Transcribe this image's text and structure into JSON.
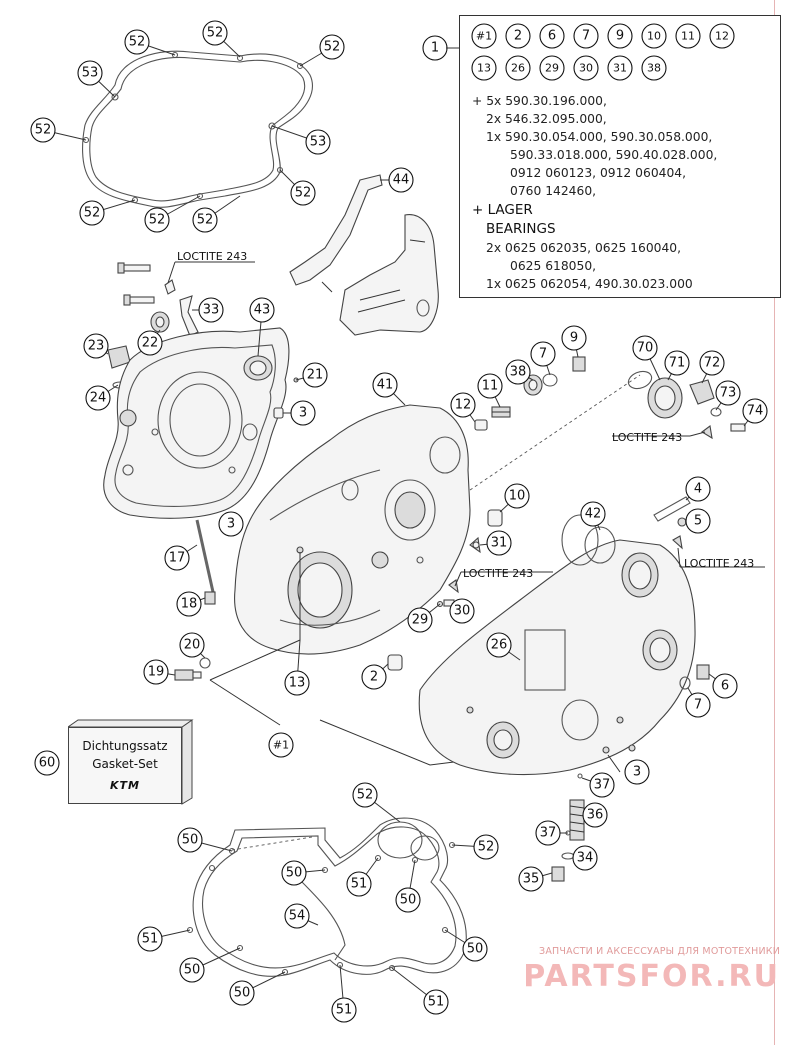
{
  "info_box": {
    "header_row1": [
      "#1",
      "2",
      "6",
      "7",
      "9",
      "10",
      "11",
      "12"
    ],
    "header_row2": [
      "13",
      "26",
      "29",
      "30",
      "31",
      "38"
    ],
    "ref_number": "1",
    "lines": [
      "+ 5x 590.30.196.000,",
      "2x 546.32.095.000,",
      "1x 590.30.054.000, 590.30.058.000,",
      "590.33.018.000, 590.40.028.000,",
      "0912 060123, 0912 060404,",
      "0760 142460,",
      "+ LAGER",
      "BEARINGS",
      "2x 0625 062035, 0625 160040,",
      "0625 618050,",
      "1x 0625 062054, 490.30.023.000"
    ]
  },
  "loctite": {
    "top": "LOCTITE 243",
    "right_top": "LOCTITE 243",
    "mid": "LOCTITE 243",
    "right_mid": "LOCTITE 243"
  },
  "kit_box": {
    "line1": "Dichtungssatz",
    "line2": "Gasket-Set",
    "brand": "KTM"
  },
  "watermark": {
    "subtitle": "ЗАПЧАСТИ И АКСЕССУАРЫ ДЛЯ МОТОТЕХНИКИ",
    "brand": "PARTSFOR.RU"
  },
  "callouts": {
    "c52a": "52",
    "c52b": "52",
    "c52c": "52",
    "c53a": "53",
    "c52d": "52",
    "c53b": "53",
    "c52e": "52",
    "c52f": "52",
    "c52g": "52",
    "c52h": "52",
    "c44": "44",
    "c33": "33",
    "c43": "43",
    "c22": "22",
    "c23": "23",
    "c24": "24",
    "c21": "21",
    "c3a": "3",
    "c41": "41",
    "c38": "38",
    "c11": "11",
    "c12": "12",
    "c7a": "7",
    "c9": "9",
    "c70": "70",
    "c71": "71",
    "c72": "72",
    "c73": "73",
    "c74": "74",
    "c10": "10",
    "c4": "4",
    "c5": "5",
    "c3b": "3",
    "c17": "17",
    "c31": "31",
    "c42": "42",
    "c18": "18",
    "c29": "29",
    "c30": "30",
    "c26": "26",
    "c20": "20",
    "c19": "19",
    "c13": "13",
    "c2": "2",
    "c6": "6",
    "c7b": "7",
    "c1h": "#1",
    "c60": "60",
    "c3c": "3",
    "c37a": "37",
    "c52i": "52",
    "c36": "36",
    "c50a": "50",
    "c52j": "52",
    "c37b": "37",
    "c34": "34",
    "c50b": "50",
    "c51a": "51",
    "c35": "35",
    "c50c": "50",
    "c54": "54",
    "c51b": "51",
    "c50d": "50",
    "c50e": "50",
    "c50f": "50",
    "c51c": "51",
    "c51d": "51"
  }
}
